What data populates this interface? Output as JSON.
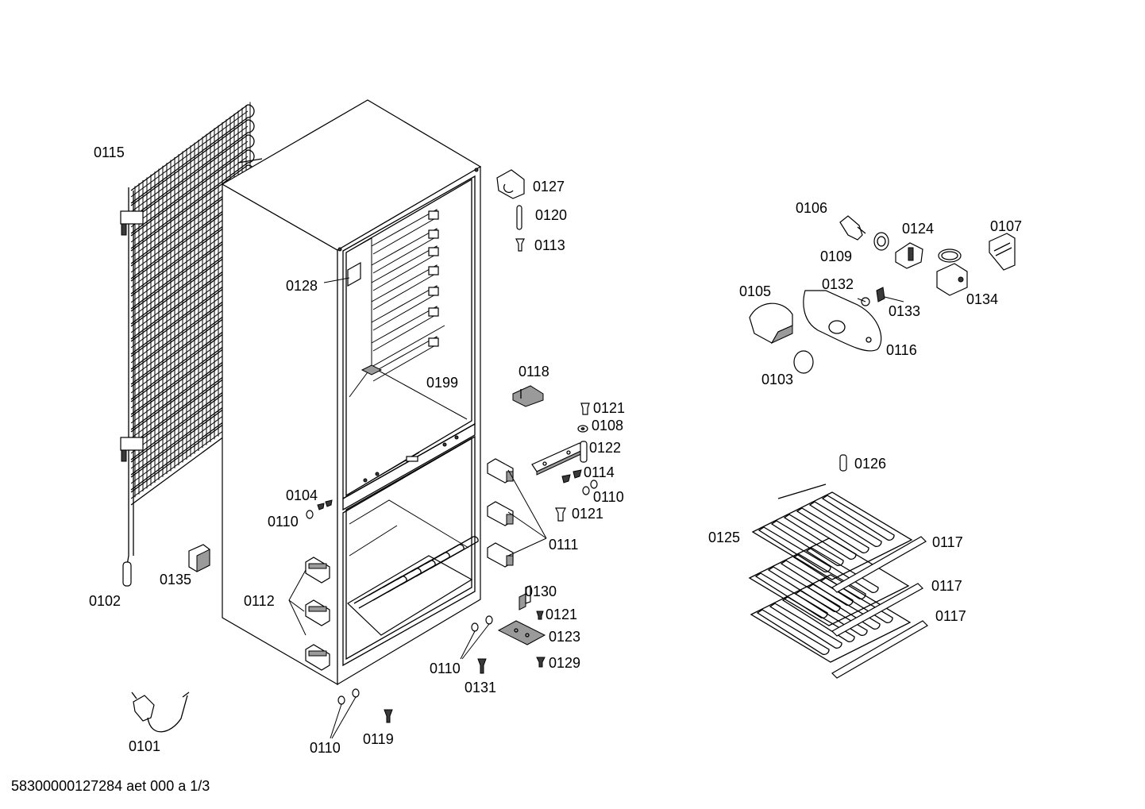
{
  "footer": {
    "code": "58300000127284 aet 000 a 1/3"
  },
  "parts": [
    {
      "id": "p0115",
      "text": "0115"
    },
    {
      "id": "p0128",
      "text": "0128"
    },
    {
      "id": "p0199",
      "text": "0199"
    },
    {
      "id": "p0127",
      "text": "0127"
    },
    {
      "id": "p0120",
      "text": "0120"
    },
    {
      "id": "p0113",
      "text": "0113"
    },
    {
      "id": "p0118",
      "text": "0118"
    },
    {
      "id": "p0121a",
      "text": "0121"
    },
    {
      "id": "p0108",
      "text": "0108"
    },
    {
      "id": "p0122",
      "text": "0122"
    },
    {
      "id": "p0114",
      "text": "0114"
    },
    {
      "id": "p0110a",
      "text": "0110"
    },
    {
      "id": "p0121b",
      "text": "0121"
    },
    {
      "id": "p0111",
      "text": "0111"
    },
    {
      "id": "p0104",
      "text": "0104"
    },
    {
      "id": "p0110b",
      "text": "0110"
    },
    {
      "id": "p0112",
      "text": "0112"
    },
    {
      "id": "p0135",
      "text": "0135"
    },
    {
      "id": "p0102",
      "text": "0102"
    },
    {
      "id": "p0101",
      "text": "0101"
    },
    {
      "id": "p0110c",
      "text": "0110"
    },
    {
      "id": "p0119",
      "text": "0119"
    },
    {
      "id": "p0130",
      "text": "0130"
    },
    {
      "id": "p0121c",
      "text": "0121"
    },
    {
      "id": "p0123",
      "text": "0123"
    },
    {
      "id": "p0110d",
      "text": "0110"
    },
    {
      "id": "p0131",
      "text": "0131"
    },
    {
      "id": "p0129",
      "text": "0129"
    },
    {
      "id": "p0106",
      "text": "0106"
    },
    {
      "id": "p0124",
      "text": "0124"
    },
    {
      "id": "p0107",
      "text": "0107"
    },
    {
      "id": "p0109",
      "text": "0109"
    },
    {
      "id": "p0132",
      "text": "0132"
    },
    {
      "id": "p0133",
      "text": "0133"
    },
    {
      "id": "p0134",
      "text": "0134"
    },
    {
      "id": "p0105",
      "text": "0105"
    },
    {
      "id": "p0116",
      "text": "0116"
    },
    {
      "id": "p0103",
      "text": "0103"
    },
    {
      "id": "p0126",
      "text": "0126"
    },
    {
      "id": "p0125",
      "text": "0125"
    },
    {
      "id": "p0117a",
      "text": "0117"
    },
    {
      "id": "p0117b",
      "text": "0117"
    },
    {
      "id": "p0117c",
      "text": "0117"
    }
  ]
}
